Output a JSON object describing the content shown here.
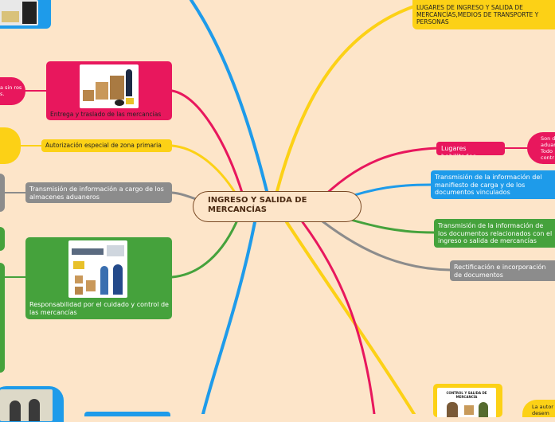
{
  "central": {
    "title": "INGRESO Y SALIDA DE MERCANCÍAS"
  },
  "right": {
    "top_box": "LUGARES DE INGRESO Y SALIDA DE MERCANCÍAS,MEDIOS DE TRANSPORTE Y PERSONAS",
    "lugares": "Lugares habilitados",
    "lugares_note": "Son d aduar Todo contr",
    "manifiesto": "Transmisión de la información del manifiesto de carga y de los documentos vinculados",
    "relacionados": "Transmisión de la información de los documentos relacionados con el ingreso o salida de mercancías",
    "rectificacion": "Rectificación e incorporación de documentos",
    "bottom_card_caption": "CONTROL Y SALIDA DE MERCANCÍA",
    "bottom_note": "La autor desem"
  },
  "left": {
    "entrega": "Entrega y traslado de las mercancías",
    "entrega_note": "a sin ros s.",
    "autorizacion": "Autorización especial de zona primaria",
    "almacenes": "Transmisión de información a cargo de los almacenes aduaneros",
    "responsabilidad": "Responsabilidad por el cuidado y control de las mercancías"
  },
  "colors": {
    "pink": "#e8175d",
    "yellow": "#fcd116",
    "blue": "#1e9bea",
    "green": "#45a23c",
    "gray": "#8c8c8c",
    "brown": "#7a4a25",
    "background": "#fde5c9"
  }
}
